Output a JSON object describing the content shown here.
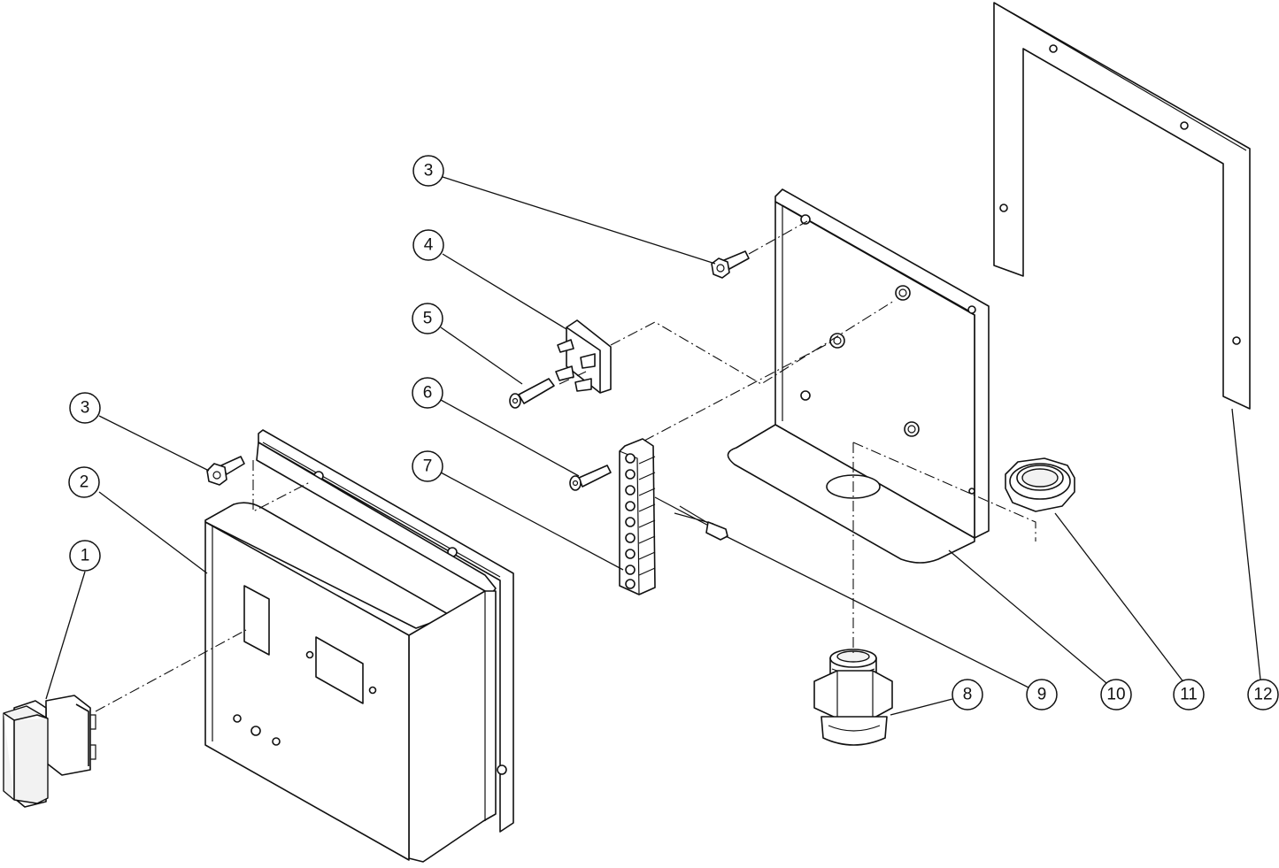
{
  "callouts": [
    {
      "id": "c1",
      "label": "1"
    },
    {
      "id": "c2",
      "label": "2"
    },
    {
      "id": "c3a",
      "label": "3"
    },
    {
      "id": "c3b",
      "label": "3"
    },
    {
      "id": "c4",
      "label": "4"
    },
    {
      "id": "c5",
      "label": "5"
    },
    {
      "id": "c6",
      "label": "6"
    },
    {
      "id": "c7",
      "label": "7"
    },
    {
      "id": "c8",
      "label": "8"
    },
    {
      "id": "c9",
      "label": "9"
    },
    {
      "id": "c10",
      "label": "10"
    },
    {
      "id": "c11",
      "label": "11"
    },
    {
      "id": "c12",
      "label": "12"
    }
  ],
  "colors": {
    "line": "#111111",
    "background": "#ffffff"
  }
}
